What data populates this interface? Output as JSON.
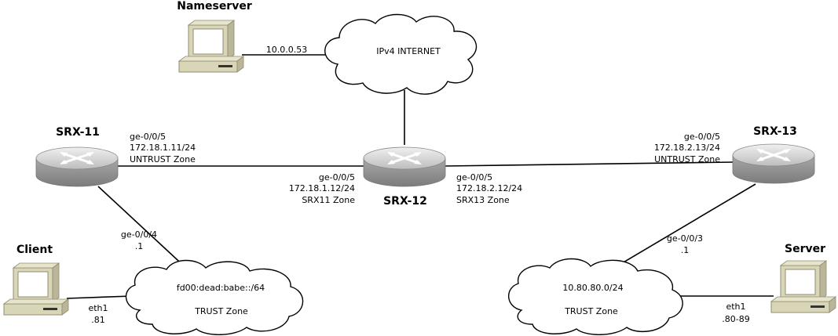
{
  "nodes": {
    "nameserver": {
      "label": "Nameserver",
      "ip": "10.0.0.53"
    },
    "internet": {
      "label": "IPv4 INTERNET"
    },
    "srx11": {
      "label": "SRX-11",
      "untrust_iface": "ge-0/0/5",
      "untrust_ip": "172.18.1.11/24",
      "untrust_zone": "UNTRUST Zone",
      "trust_iface": "ge-0/0/4",
      "trust_ip": ".1"
    },
    "srx12": {
      "label": "SRX-12",
      "left_iface": "ge-0/0/5",
      "left_ip": "172.18.1.12/24",
      "left_zone": "SRX11 Zone",
      "right_iface": "ge-0/0/5",
      "right_ip": "172.18.2.12/24",
      "right_zone": "SRX13 Zone"
    },
    "srx13": {
      "label": "SRX-13",
      "untrust_iface": "ge-0/0/5",
      "untrust_ip": "172.18.2.13/24",
      "untrust_zone": "UNTRUST Zone",
      "trust_iface": "ge-0/0/3",
      "trust_ip": ".1"
    },
    "client": {
      "label": "Client",
      "iface": "eth1",
      "ip": ".81"
    },
    "client_net": {
      "prefix": "fd00:dead:babe::/64",
      "zone": "TRUST Zone"
    },
    "server": {
      "label": "Server",
      "iface": "eth1",
      "ip": ".80-89"
    },
    "server_net": {
      "prefix": "10.80.80.0/24",
      "zone": "TRUST Zone"
    }
  },
  "colors": {
    "router_top": "#d8d8d8",
    "router_side": "#9a9a9a",
    "computer_beige": "#d9d6b8",
    "computer_shadow": "#8f8c72"
  }
}
